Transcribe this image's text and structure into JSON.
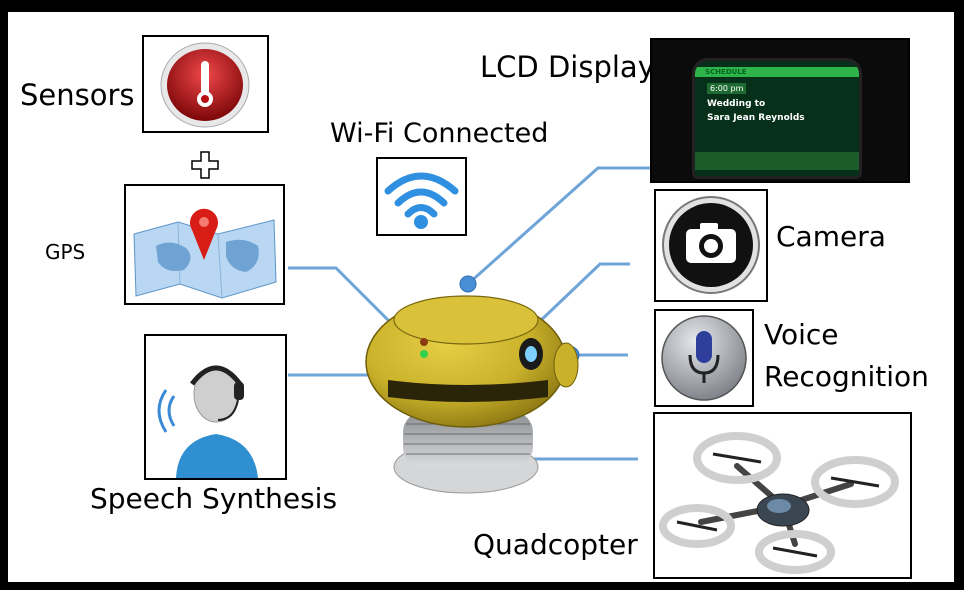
{
  "labels": {
    "sensors": "Sensors",
    "gps": "GPS",
    "speech_synthesis": "Speech Synthesis",
    "wifi": "Wi-Fi Connected",
    "lcd": "LCD Display",
    "camera": "Camera",
    "voice_line1": "Voice",
    "voice_line2": "Recognition",
    "quadcopter": "Quadcopter"
  },
  "lcd_screen": {
    "header": "SCHEDULE",
    "time": "6:00 pm",
    "line1": "Wedding to",
    "line2": "Sara Jean Reynolds"
  },
  "colors": {
    "connector": "#6fa4d8",
    "robot_body": "#c9b12a",
    "lcd_text": "#3fe04a",
    "sensor_red": "#b80f12"
  }
}
